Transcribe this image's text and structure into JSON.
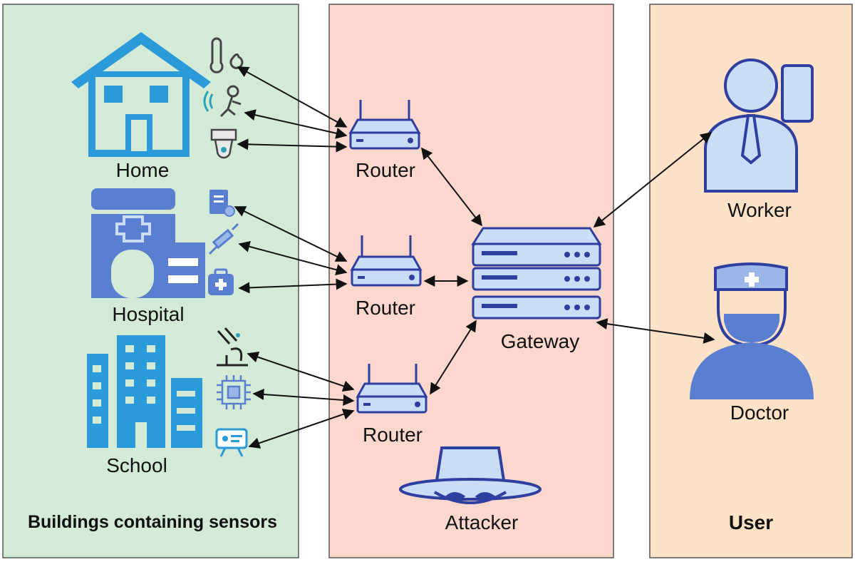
{
  "panels": {
    "buildings": {
      "caption": "Buildings containing sensors",
      "fill": "#d3ead6"
    },
    "network": {
      "caption": "Attacker",
      "fill": "#fbd7cd"
    },
    "user": {
      "caption": "User",
      "fill": "#fde2c8"
    }
  },
  "buildings": [
    {
      "label": "Home",
      "sensors": [
        "thermometer-humidity-icon",
        "motion-sensor-icon",
        "camera-icon"
      ]
    },
    {
      "label": "Hospital",
      "sensors": [
        "medical-record-icon",
        "syringe-icon",
        "medical-kit-icon"
      ]
    },
    {
      "label": "School",
      "sensors": [
        "microscope-icon",
        "chip-icon",
        "projector-icon"
      ]
    }
  ],
  "routers": [
    {
      "label": "Router"
    },
    {
      "label": "Router"
    },
    {
      "label": "Router"
    }
  ],
  "gateway": {
    "label": "Gateway"
  },
  "users": [
    {
      "label": "Worker"
    },
    {
      "label": "Doctor"
    }
  ],
  "colors": {
    "building_blue": "#2a9ad8",
    "hospital_blue": "#5b7fd0",
    "device_fill": "#c9ddf6",
    "device_stroke": "#2f3f9f",
    "person_fill": "#c9ddf6",
    "doctor_fill": "#5b7fd0"
  }
}
